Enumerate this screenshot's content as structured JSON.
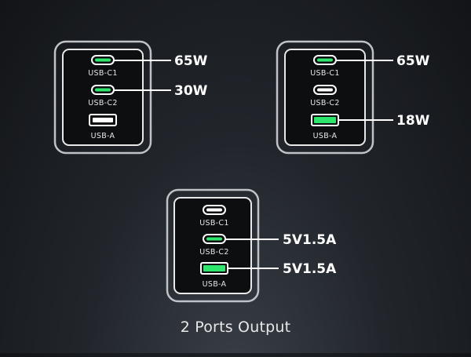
{
  "colors": {
    "active": "#2ee66b",
    "inactive_port": "#ffffff",
    "frame": "#bfc3c8",
    "body": "#0d0e10"
  },
  "chargers": [
    {
      "ports": [
        {
          "label": "USB-C1",
          "active": true,
          "output": "65W"
        },
        {
          "label": "USB-C2",
          "active": true,
          "output": "30W"
        },
        {
          "label": "USB-A",
          "active": false,
          "output": ""
        }
      ]
    },
    {
      "ports": [
        {
          "label": "USB-C1",
          "active": true,
          "output": "65W"
        },
        {
          "label": "USB-C2",
          "active": false,
          "output": ""
        },
        {
          "label": "USB-A",
          "active": true,
          "output": "18W"
        }
      ]
    },
    {
      "ports": [
        {
          "label": "USB-C1",
          "active": false,
          "output": ""
        },
        {
          "label": "USB-C2",
          "active": true,
          "output": "5V1.5A"
        },
        {
          "label": "USB-A",
          "active": true,
          "output": "5V1.5A"
        }
      ]
    }
  ],
  "footer": {
    "caption": "2 Ports Output"
  }
}
